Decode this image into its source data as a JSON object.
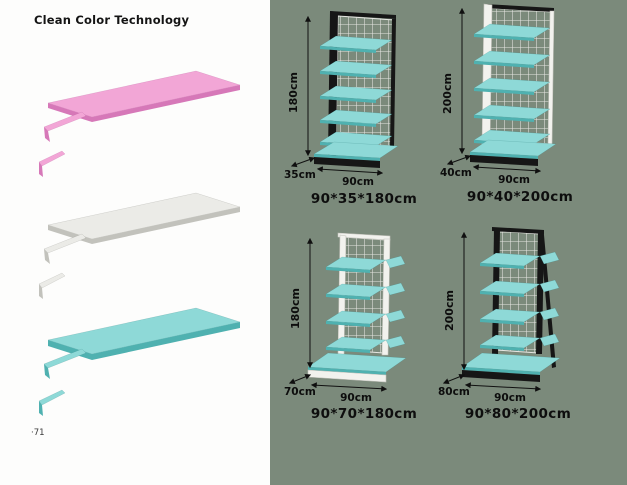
{
  "page": {
    "title": "Clean Color Technology",
    "page_number": "·71"
  },
  "colors": {
    "bg_right": "#7b8a7b",
    "pink": "#f2a6d6",
    "pink_edge": "#d678b8",
    "gray_panel": "#ebebe7",
    "gray_edge": "#c2c2bc",
    "teal": "#8ed9d7",
    "teal_edge": "#4fb1b0",
    "frame_black": "#161616",
    "frame_white": "#f2f2ee",
    "mesh_line": "#e6e6e2"
  },
  "racks": [
    {
      "height_label": "180cm",
      "depth_label": "35cm",
      "width_label": "90cm",
      "caption": "90*35*180cm"
    },
    {
      "height_label": "200cm",
      "depth_label": "40cm",
      "width_label": "90cm",
      "caption": "90*40*200cm"
    },
    {
      "height_label": "180cm",
      "depth_label": "70cm",
      "width_label": "90cm",
      "caption": "90*70*180cm"
    },
    {
      "height_label": "200cm",
      "depth_label": "80cm",
      "width_label": "90cm",
      "caption": "90*80*200cm"
    }
  ]
}
